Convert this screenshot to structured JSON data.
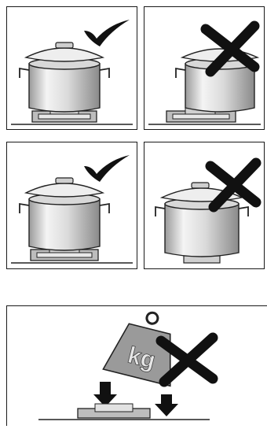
{
  "panels": [
    {
      "id": "pot-on-grate-correct",
      "verdict": "correct"
    },
    {
      "id": "pot-offset-on-burner-wrong",
      "verdict": "wrong"
    },
    {
      "id": "pot-on-grate-correct-2",
      "verdict": "correct"
    },
    {
      "id": "pot-without-grate-wrong",
      "verdict": "wrong"
    },
    {
      "id": "weight-on-burner-wrong",
      "verdict": "wrong"
    }
  ],
  "weight": {
    "label": "kg"
  },
  "colors": {
    "mark": "#111111",
    "pot_light": "#eeeeee",
    "pot_mid": "#c8c8c8",
    "pot_dark": "#8e8e8e",
    "weight_fill": "#9a9a9a",
    "line": "#1a1a1a"
  }
}
